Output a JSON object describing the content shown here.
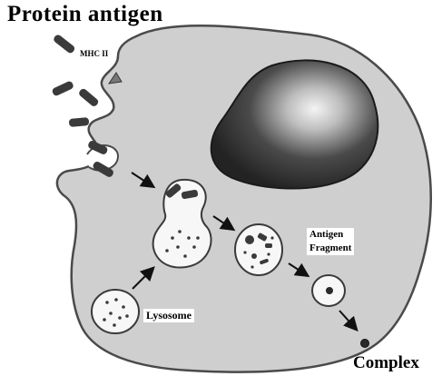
{
  "labels": {
    "title": "Protein antigen",
    "mhc": "MHC II",
    "fragment_line1": "Antigen",
    "fragment_line2": "Fragment",
    "lysosome": "Lysosome",
    "complex": "Complex"
  },
  "colors": {
    "cell_fill": "#cfcfcf",
    "cell_outline": "#4a4a4a",
    "nucleus_fill": "#2e2e2e",
    "nucleus_highlight": "#f4f4f4",
    "antigen_rod": "#3a3a3a",
    "vesicle_fill": "#f7f7f7"
  }
}
